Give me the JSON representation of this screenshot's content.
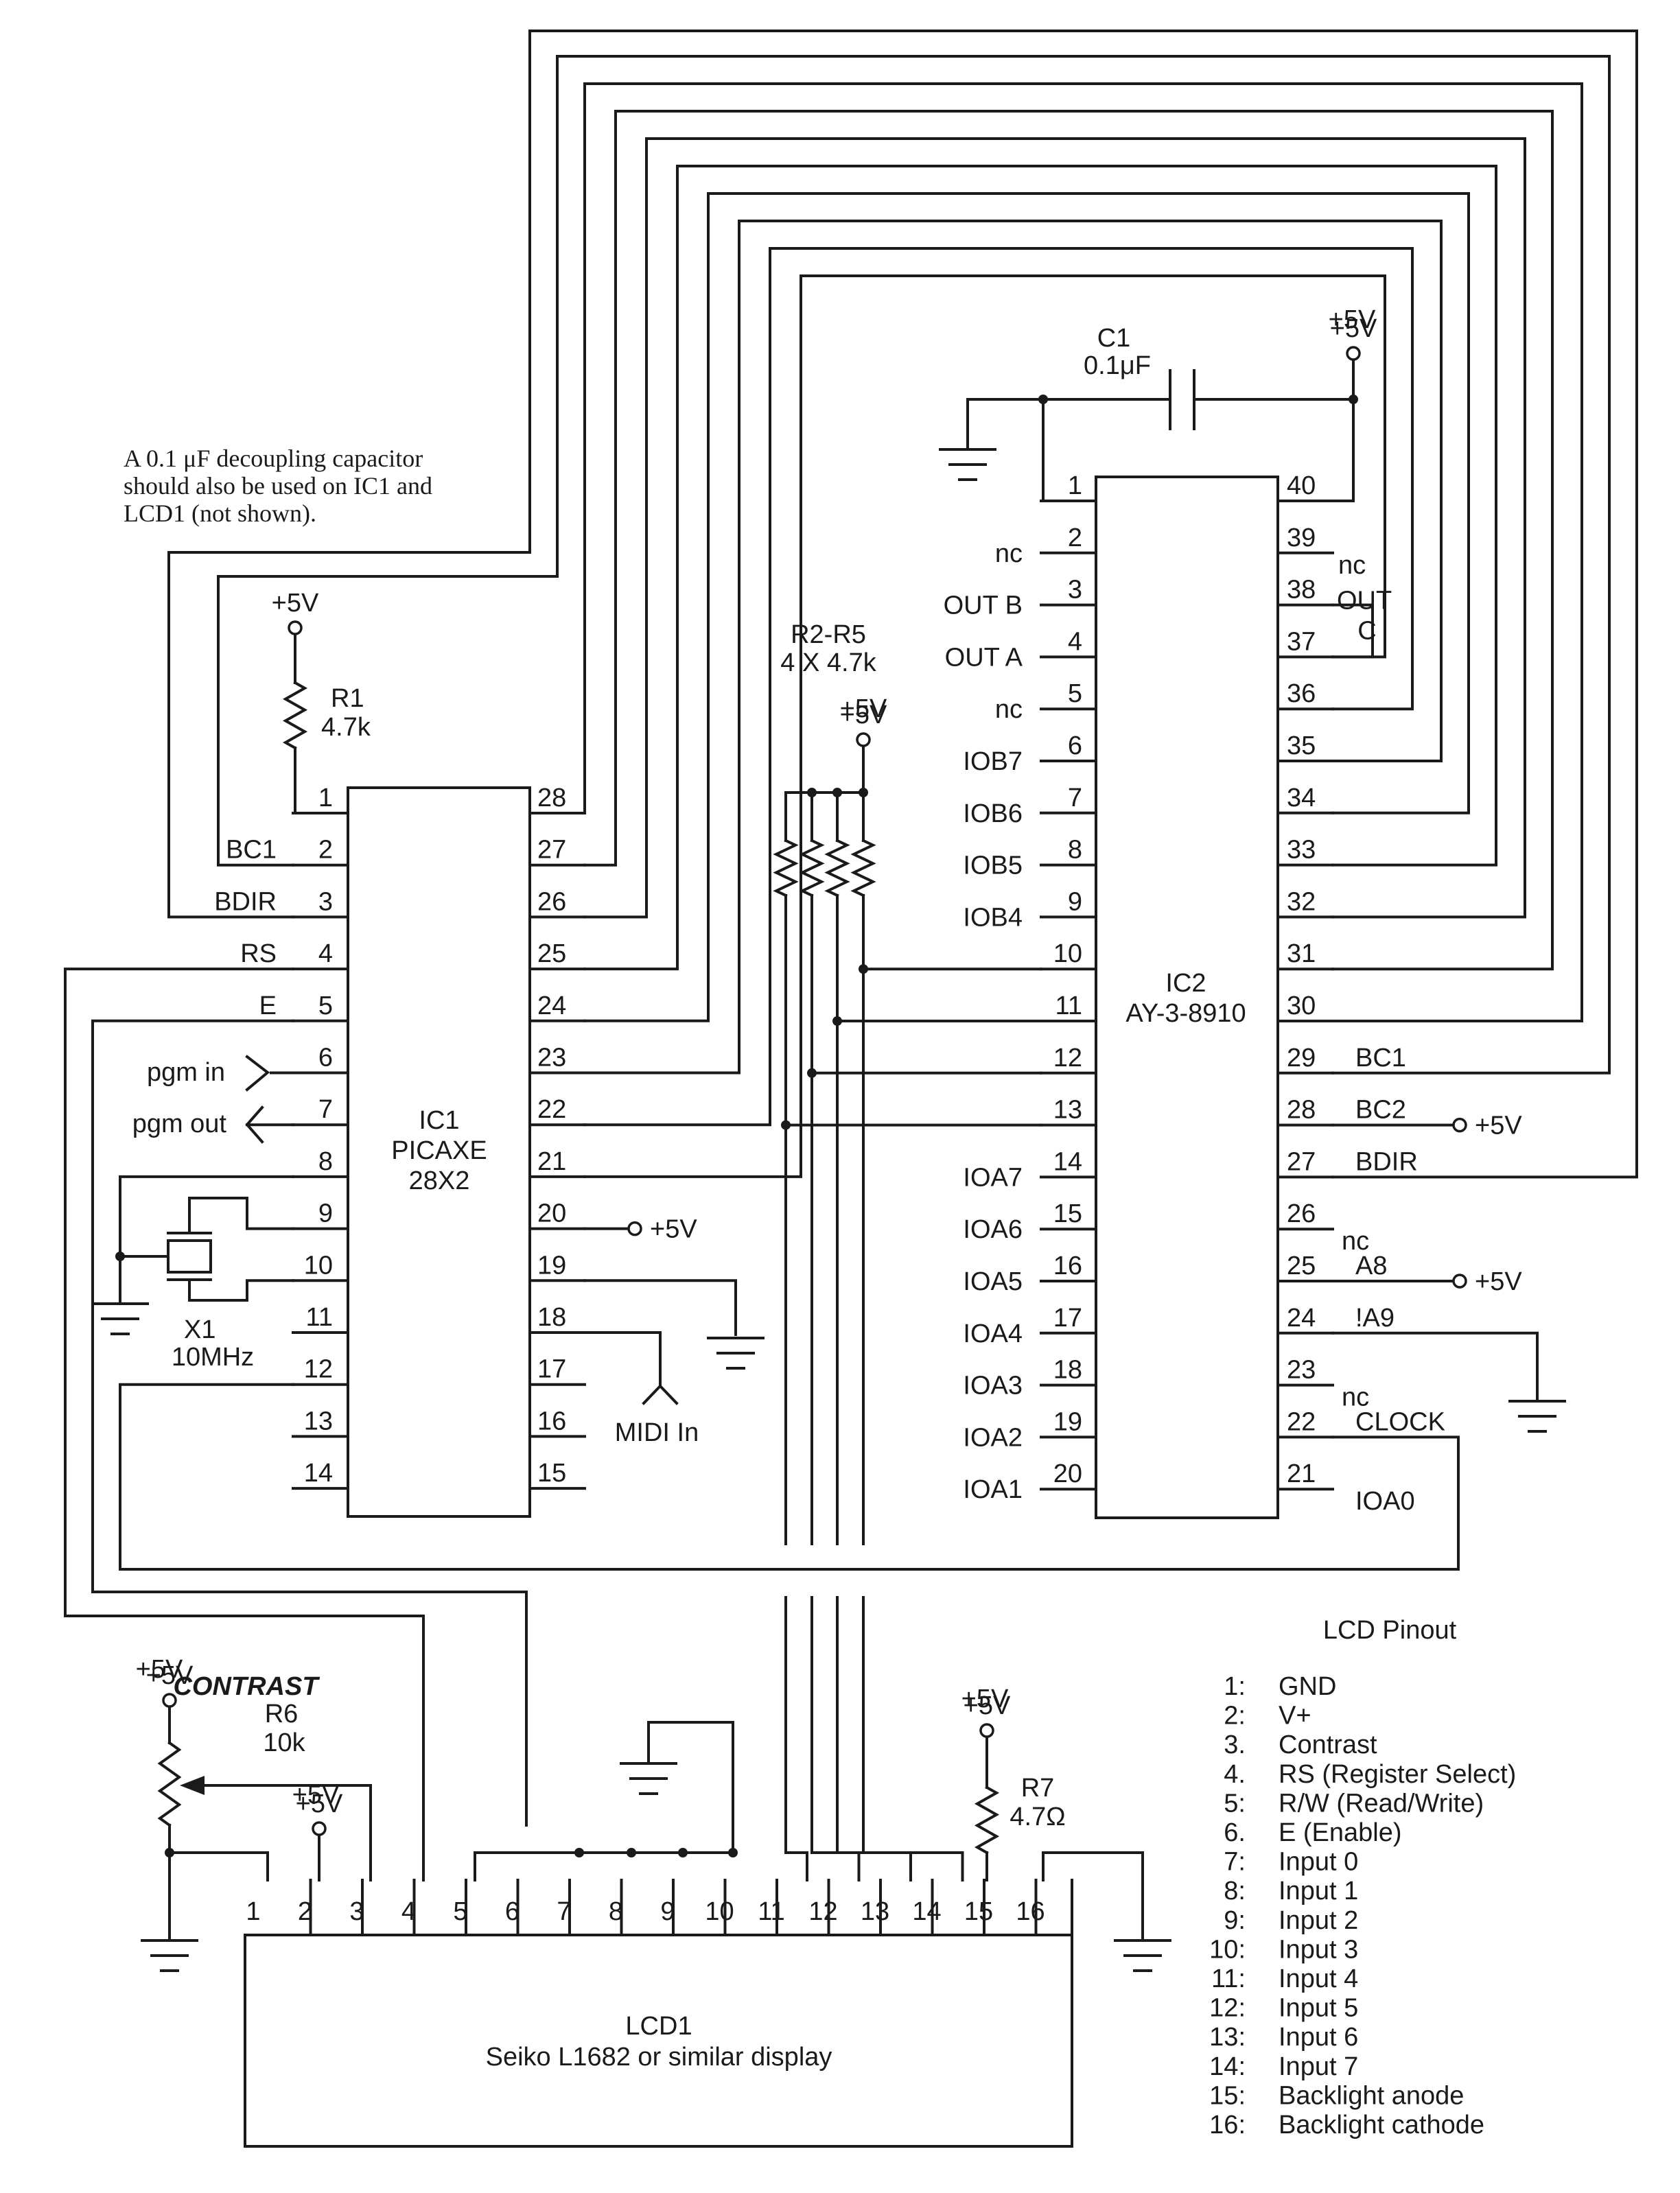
{
  "note": [
    "A 0.1 μF decoupling capacitor",
    "should also be used on IC1 and",
    "LCD1 (not shown)."
  ],
  "supply_label": "+5V",
  "components": {
    "c1": {
      "ref": "C1",
      "value": "0.1μF"
    },
    "r1": {
      "ref": "R1",
      "value": "4.7k"
    },
    "r25": {
      "ref": "R2-R5",
      "value": "4 X 4.7k"
    },
    "r6": {
      "note": "CONTRAST",
      "ref": "R6",
      "value": "10k"
    },
    "r7": {
      "ref": "R7",
      "value": "4.7Ω"
    },
    "x1": {
      "ref": "X1",
      "value": "10MHz"
    }
  },
  "ic1": {
    "name": [
      "IC1",
      "PICAXE",
      "28X2"
    ],
    "pins_left": [
      "1",
      "2",
      "3",
      "4",
      "5",
      "6",
      "7",
      "8",
      "9",
      "10",
      "11",
      "12",
      "13",
      "14"
    ],
    "pins_right": [
      "28",
      "27",
      "26",
      "25",
      "24",
      "23",
      "22",
      "21",
      "20",
      "19",
      "18",
      "17",
      "16",
      "15"
    ],
    "signal_left": [
      "",
      "BC1",
      "BDIR",
      "RS",
      "E",
      "pgm in",
      "pgm out",
      "",
      "",
      "",
      "",
      "",
      "",
      ""
    ]
  },
  "midi_label": "MIDI In",
  "ic2": {
    "name": [
      "IC2",
      "AY-3-8910"
    ],
    "pins_left": [
      "1",
      "2",
      "3",
      "4",
      "5",
      "6",
      "7",
      "8",
      "9",
      "10",
      "11",
      "12",
      "13",
      "14",
      "15",
      "16",
      "17",
      "18",
      "19",
      "20"
    ],
    "pins_right": [
      "40",
      "39",
      "38",
      "37",
      "36",
      "35",
      "34",
      "33",
      "32",
      "31",
      "30",
      "29",
      "28",
      "27",
      "26",
      "25",
      "24",
      "23",
      "22",
      "21"
    ],
    "signal_left": [
      "",
      "nc",
      "OUT B",
      "OUT A",
      "nc",
      "IOB7",
      "IOB6",
      "IOB5",
      "IOB4",
      "",
      "",
      "",
      "",
      "IOA7",
      "IOA6",
      "IOA5",
      "IOA4",
      "IOA3",
      "IOA2",
      "IOA1"
    ],
    "signal_right": [
      "",
      "nc",
      "OUT",
      "C",
      "",
      "",
      "",
      "",
      "",
      "",
      "",
      "BC1",
      "BC2",
      "BDIR",
      "nc",
      "A8",
      "!A9",
      "nc",
      "CLOCK",
      "IOA0"
    ]
  },
  "lcd": {
    "name": "LCD1",
    "desc": "Seiko L1682 or similar display",
    "pins": [
      "1",
      "2",
      "3",
      "4",
      "5",
      "6",
      "7",
      "8",
      "9",
      "10",
      "11",
      "12",
      "13",
      "14",
      "15",
      "16"
    ]
  },
  "lcd_pinout": {
    "title": "LCD Pinout",
    "items": [
      {
        "num": "1:",
        "desc": "GND"
      },
      {
        "num": "2:",
        "desc": "V+"
      },
      {
        "num": "3.",
        "desc": "Contrast"
      },
      {
        "num": "4.",
        "desc": "RS (Register Select)"
      },
      {
        "num": "5:",
        "desc": "R/W (Read/Write)"
      },
      {
        "num": "6.",
        "desc": "E (Enable)"
      },
      {
        "num": "7:",
        "desc": "Input 0"
      },
      {
        "num": "8:",
        "desc": "Input 1"
      },
      {
        "num": "9:",
        "desc": "Input 2"
      },
      {
        "num": "10:",
        "desc": "Input 3"
      },
      {
        "num": "11:",
        "desc": "Input 4"
      },
      {
        "num": "12:",
        "desc": "Input 5"
      },
      {
        "num": "13:",
        "desc": "Input 6"
      },
      {
        "num": "14:",
        "desc": "Input 7"
      },
      {
        "num": "15:",
        "desc": "Backlight anode"
      },
      {
        "num": "16:",
        "desc": "Backlight cathode"
      }
    ]
  }
}
